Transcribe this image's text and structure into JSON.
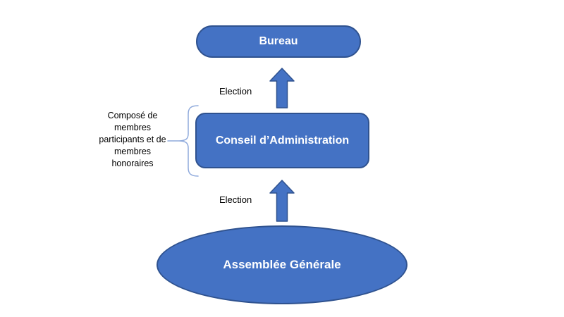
{
  "slide": {
    "colors": {
      "slide_bg": "#FFFFFF",
      "shape_fill": "#4472C4",
      "shape_border": "#2F528F",
      "brace_stroke": "#8FAADC",
      "shape_text": "#FFFFFF",
      "label_text": "#000000"
    },
    "nodes": {
      "bureau": {
        "label": "Bureau",
        "shape": "stadium"
      },
      "conseil": {
        "label": "Conseil d’Administration",
        "shape": "rounded-rectangle"
      },
      "assemblee": {
        "label": "Assemblée Générale",
        "shape": "ellipse"
      }
    },
    "edges": {
      "conseil_to_bureau": {
        "label": "Election",
        "direction": "up"
      },
      "assemblee_to_conseil": {
        "label": "Election",
        "direction": "up"
      }
    },
    "annotation": {
      "lines": [
        "Composé de",
        "membres",
        "participants et de",
        "membres",
        "honoraires"
      ],
      "target": "conseil"
    }
  }
}
